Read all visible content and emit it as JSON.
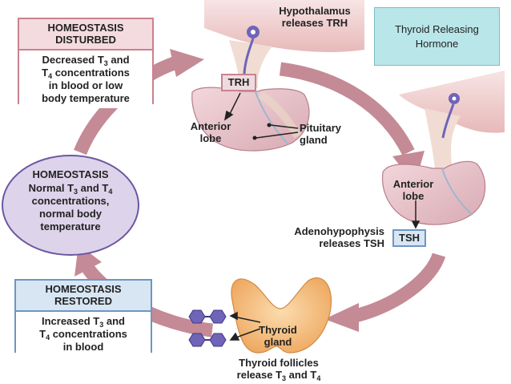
{
  "note": {
    "text": "Thyroid Releasing Hormone"
  },
  "homeostasis_disturbed": {
    "title": [
      "HOMEOSTASIS",
      "DISTURBED"
    ],
    "body": [
      "Decreased T",
      "3",
      " and",
      "T",
      "4",
      " concentrations",
      "in blood or low",
      "body temperature"
    ]
  },
  "homeostasis_normal": {
    "title": "HOMEOSTASIS",
    "body": [
      "Normal T",
      "3",
      " and T",
      "4",
      "concentrations,",
      "normal body",
      "temperature"
    ]
  },
  "homeostasis_restored": {
    "title": [
      "HOMEOSTASIS",
      "RESTORED"
    ],
    "body": [
      "Increased T",
      "3",
      " and",
      "T",
      "4",
      " concentrations",
      "in blood"
    ]
  },
  "hypothalamus": {
    "label": [
      "Hypothalamus",
      "releases TRH"
    ]
  },
  "trh": {
    "label": "TRH"
  },
  "anterior_lobe_top": {
    "label": [
      "Anterior",
      "lobe"
    ]
  },
  "pituitary": {
    "label": [
      "Pituitary",
      "gland"
    ]
  },
  "anterior_lobe_right": {
    "label": [
      "Anterior",
      "lobe"
    ]
  },
  "adenohypophysis": {
    "label": [
      "Adenohypophysis",
      "releases TSH"
    ]
  },
  "tsh": {
    "label": "TSH"
  },
  "thyroid": {
    "label": [
      "Thyroid",
      "gland"
    ]
  },
  "follicles": {
    "label": [
      "Thyroid follicles",
      "release T",
      "3",
      " and T",
      "4"
    ]
  },
  "colors": {
    "arrow": "#c48a96",
    "disturbed_border": "#c9828f",
    "restored_border": "#6c96c4",
    "normal_fill": "#ddd3ea",
    "note_fill": "#b9e6e9",
    "hormone_fill": "#6f64b8"
  }
}
